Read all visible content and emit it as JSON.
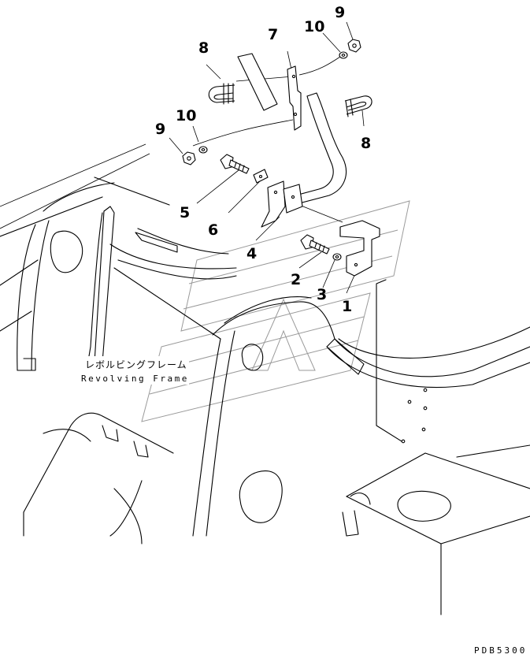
{
  "callouts": {
    "c1": "1",
    "c2": "2",
    "c3": "3",
    "c4": "4",
    "c5": "5",
    "c6": "6",
    "c7": "7",
    "c8a": "8",
    "c8b": "8",
    "c9a": "9",
    "c9b": "9",
    "c10a": "10",
    "c10b": "10"
  },
  "frame_label": {
    "japanese": "レボルビングフレーム",
    "english": "Revolving Frame"
  },
  "drawing_number": "PDB5300"
}
